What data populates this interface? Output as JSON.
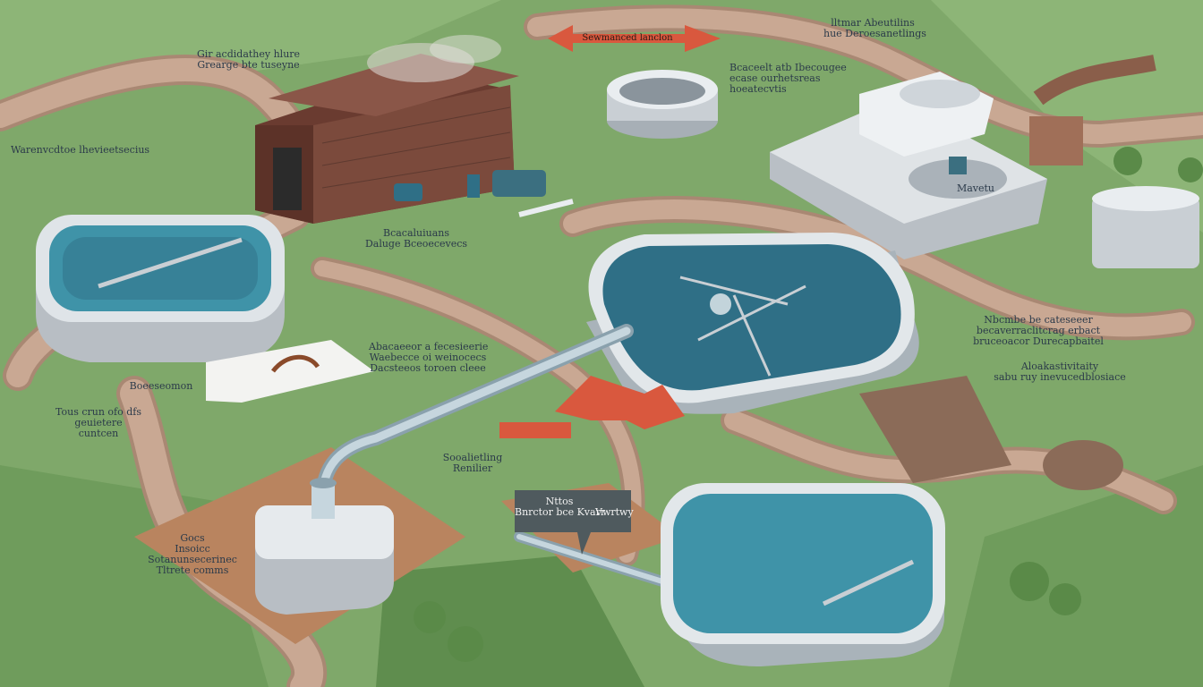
{
  "scene": {
    "colors": {
      "grass": "#7fa86a",
      "grass_light": "#9cbf7e",
      "grass_dark": "#5f8d4e",
      "path": "#c9a893",
      "path_edge": "#a98873",
      "soil": "#b9845f",
      "water": "#3f93a8",
      "water_deep": "#2f6f86",
      "tank_wall": "#c9cfd4",
      "tank_rim": "#e9edf0",
      "brick": "#7b4a3c",
      "arrow": "#d9583e"
    },
    "icons": [
      "arrow-icon",
      "pipe-icon",
      "pump-icon",
      "tank-icon",
      "building-icon"
    ]
  },
  "labels": {
    "top_arrow": "Sewmanced lanclon",
    "top_left": [
      "Gir acdidathey hlure",
      "Grearge bte tuseyne"
    ],
    "top_right": [
      "lltmar Abeutilins",
      "hue Deroesanetlings"
    ],
    "mid_top": [
      "Bcaceelt atb Ibecougee",
      "ecase ourhetsreas",
      "hoeatecvtis"
    ],
    "left_far": "Warenvcdtoe lhevieetsecius",
    "left_pipe": "Boeeseomon",
    "left_lower": [
      "Tous crun ofo dfs",
      "geuietere",
      "cuntcen"
    ],
    "pump_building": [
      "Bcacaluiuans",
      "Daluge Bceoecevecs"
    ],
    "center": [
      "Abacaeeor a fecesieerie",
      "Waebecce oi weinocecs",
      "Dacsteeos toroen cleee"
    ],
    "right_tank": "Mavetu",
    "right_mid_1": [
      "Nbcmbe be cateseeer",
      "becaverraclitcrag erbact",
      "bruceoacor Durecapbaitel"
    ],
    "right_mid_2": [
      "Aloakastivitaity",
      "sabu ruy inevucedblosiace"
    ],
    "center_lower": [
      "Sooalietling",
      "Renilier"
    ],
    "sign": [
      "Nttos",
      "Bnrctor bce Kvarr"
    ],
    "sign_tail": "Vwrtwy",
    "bottom_left": [
      "Gocs",
      "Insoicc",
      "Sotanunsecerinec",
      "Tltrete comms"
    ]
  }
}
